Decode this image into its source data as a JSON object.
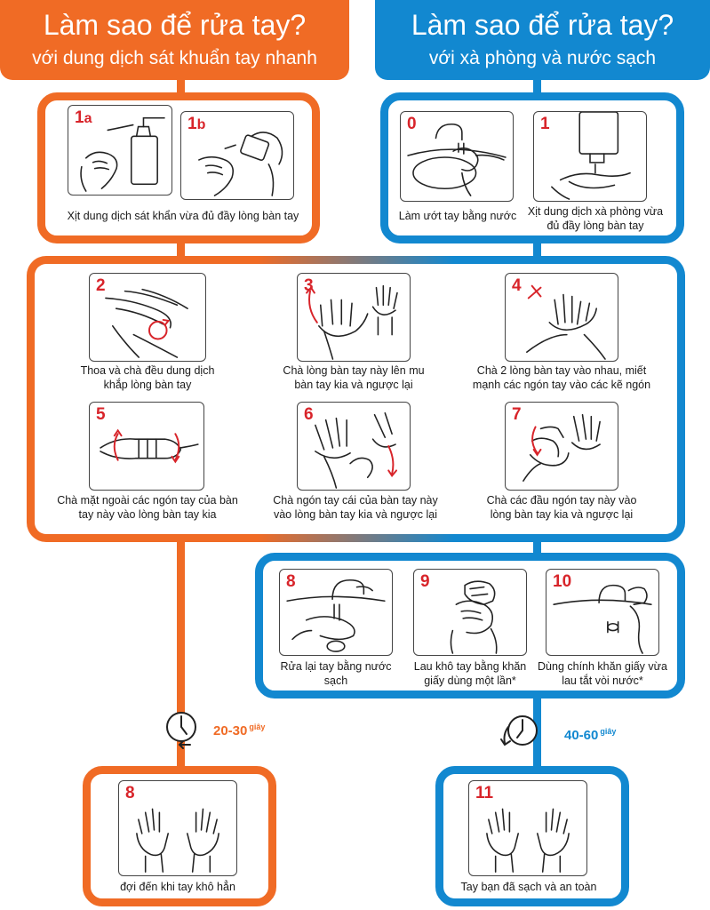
{
  "left_header": {
    "title": "Làm sao để rửa tay?",
    "subtitle": "với dung dịch sát khuẩn tay nhanh"
  },
  "right_header": {
    "title": "Làm sao để rửa tay?",
    "subtitle": "với xà phòng và nước sạch"
  },
  "steps": {
    "s1a": {
      "num": "1",
      "sub": "a",
      "caption": "Xịt dung dịch sát khẩn vừa đủ đầy lòng bàn tay"
    },
    "s1b": {
      "num": "1",
      "sub": "b"
    },
    "s0": {
      "num": "0",
      "caption": "Làm ướt tay bằng nước"
    },
    "s1": {
      "num": "1",
      "caption": "Xịt dung dịch xà phòng vừa đủ đầy lòng bàn tay"
    },
    "s2": {
      "num": "2",
      "caption": "Thoa và chà đều dung dịch khắp lòng bàn tay"
    },
    "s3": {
      "num": "3",
      "caption": "Chà lòng bàn tay này lên mu bàn tay kia và ngược lại"
    },
    "s4": {
      "num": "4",
      "caption": "Chà 2 lòng bàn tay vào nhau, miết mạnh các ngón tay vào các kẽ ngón"
    },
    "s5": {
      "num": "5",
      "caption": "Chà mặt ngoài các ngón tay của bàn tay này vào lòng bàn tay kia"
    },
    "s6": {
      "num": "6",
      "caption": "Chà ngón tay cái của bàn tay này vào lòng bàn tay kia và ngược lại"
    },
    "s7": {
      "num": "7",
      "caption": "Chà các đầu ngón tay này vào lòng bàn tay kia và ngược lại"
    },
    "s8b": {
      "num": "8",
      "caption": "Rửa lại tay bằng nước sạch"
    },
    "s9": {
      "num": "9",
      "caption": "Lau khô tay bằng khăn giấy dùng một lần*"
    },
    "s10": {
      "num": "10",
      "caption": "Dùng chính khăn giấy vừa lau tắt vòi nước*"
    },
    "s8o": {
      "num": "8",
      "caption": "đợi đến khi tay khô hẳn"
    },
    "s11": {
      "num": "11",
      "caption": "Tay bạn đã sạch và an toàn"
    }
  },
  "timers": {
    "left": {
      "range": "20-30",
      "unit": "giây"
    },
    "right": {
      "range": "40-60",
      "unit": "giây"
    }
  },
  "colors": {
    "orange": "#f06b25",
    "blue": "#1288d0",
    "red": "#d8242a"
  }
}
